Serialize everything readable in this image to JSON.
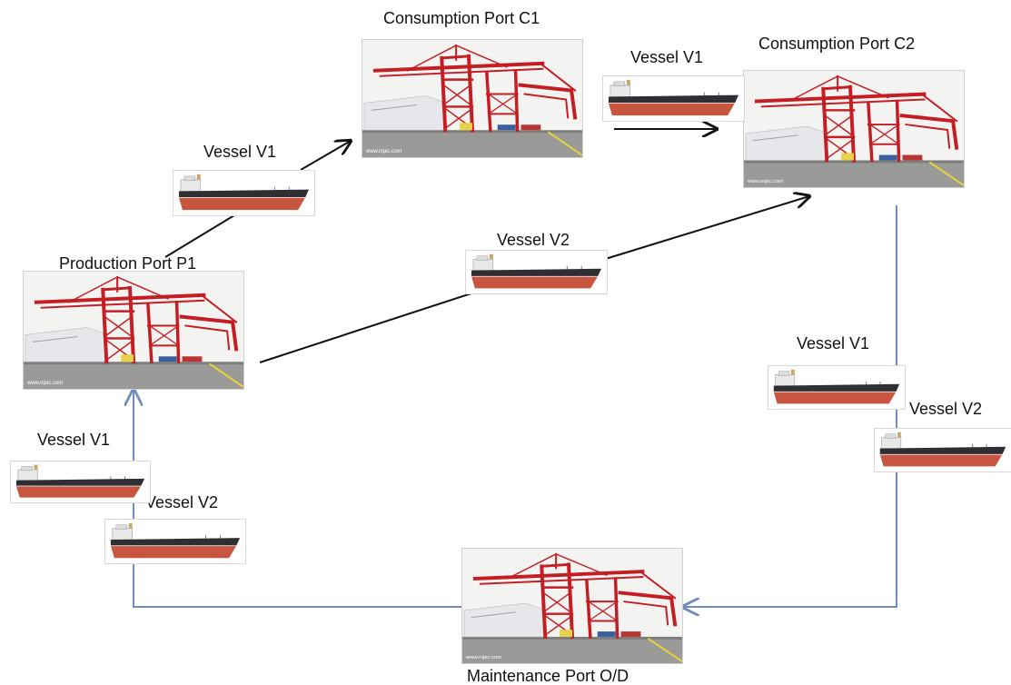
{
  "ports": {
    "consumption_c1": "Consumption Port C1",
    "consumption_c2": "Consumption Port C2",
    "production_p1": "Production Port P1",
    "maintenance_od": "Maintenance Port O/D"
  },
  "vessels": {
    "v1": "Vessel V1",
    "v2": "Vessel V2"
  },
  "colors": {
    "black_route": "#111111",
    "blue_route": "#6f8db8",
    "crane_red": "#c41e24",
    "hull_red": "#c8553f",
    "hull_dark": "#2f2f33"
  }
}
